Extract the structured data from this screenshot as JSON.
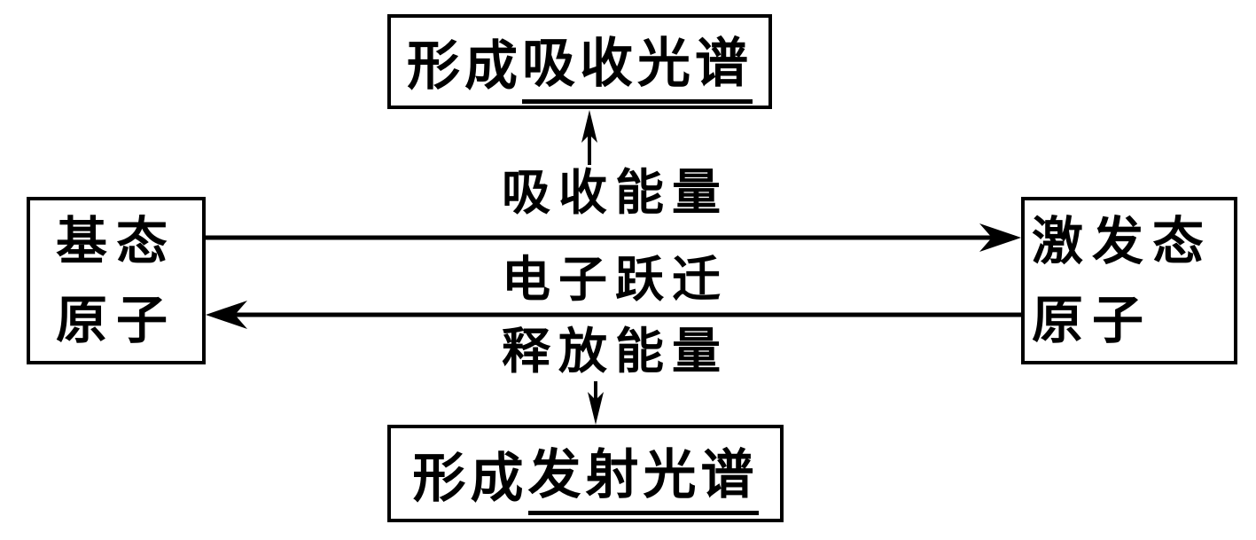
{
  "diagram": {
    "background_color": "#ffffff",
    "line_color": "#000000",
    "boxes": {
      "absorption": {
        "prefix": "形成",
        "underlined": "吸收光谱"
      },
      "emission": {
        "prefix": "形成",
        "underlined": "发射光谱"
      },
      "ground_state": {
        "line1": "基态",
        "line2": "原子"
      },
      "excited_state": {
        "line1": "激发态",
        "line2": "原子"
      }
    },
    "labels": {
      "absorb_energy": "吸收能量",
      "electron_transition": "电子跃迁",
      "release_energy": "释放能量"
    }
  }
}
